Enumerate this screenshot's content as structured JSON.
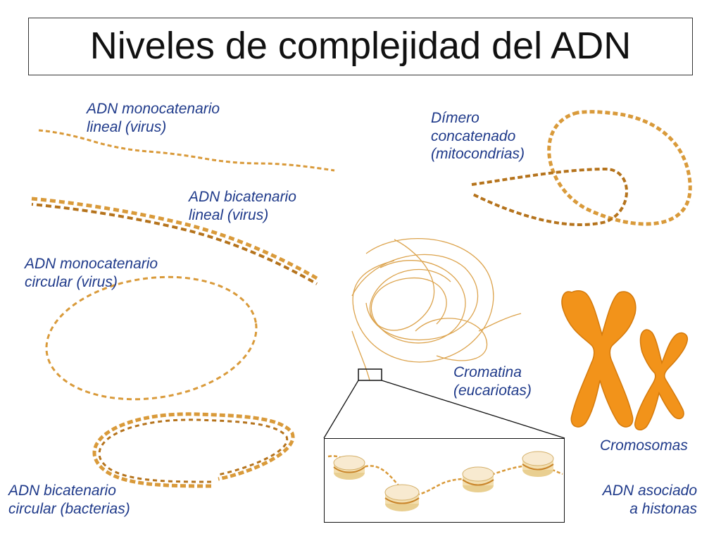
{
  "title": "Niveles de complejidad del ADN",
  "colors": {
    "dna": "#d99a3a",
    "dna_dark": "#b5731c",
    "label": "#1f3a8a",
    "chromosome": "#f2931a",
    "histone": "#f3dfb0"
  },
  "labels": {
    "ss_linear": [
      "ADN monocatenario",
      "lineal (virus)"
    ],
    "ds_linear": [
      "ADN bicatenario",
      "lineal (virus)"
    ],
    "ss_circular": [
      "ADN monocatenario",
      "circular (virus)"
    ],
    "ds_circular": [
      "ADN bicatenario",
      "circular (bacterias)"
    ],
    "dimer": [
      "Dímero",
      "concatenado",
      "(mitocondrias)"
    ],
    "chromatin": [
      "Cromatina",
      "(eucariotas)"
    ],
    "chromosomes": [
      "Cromosomas"
    ],
    "histones": [
      "ADN asociado",
      "a histonas"
    ]
  }
}
